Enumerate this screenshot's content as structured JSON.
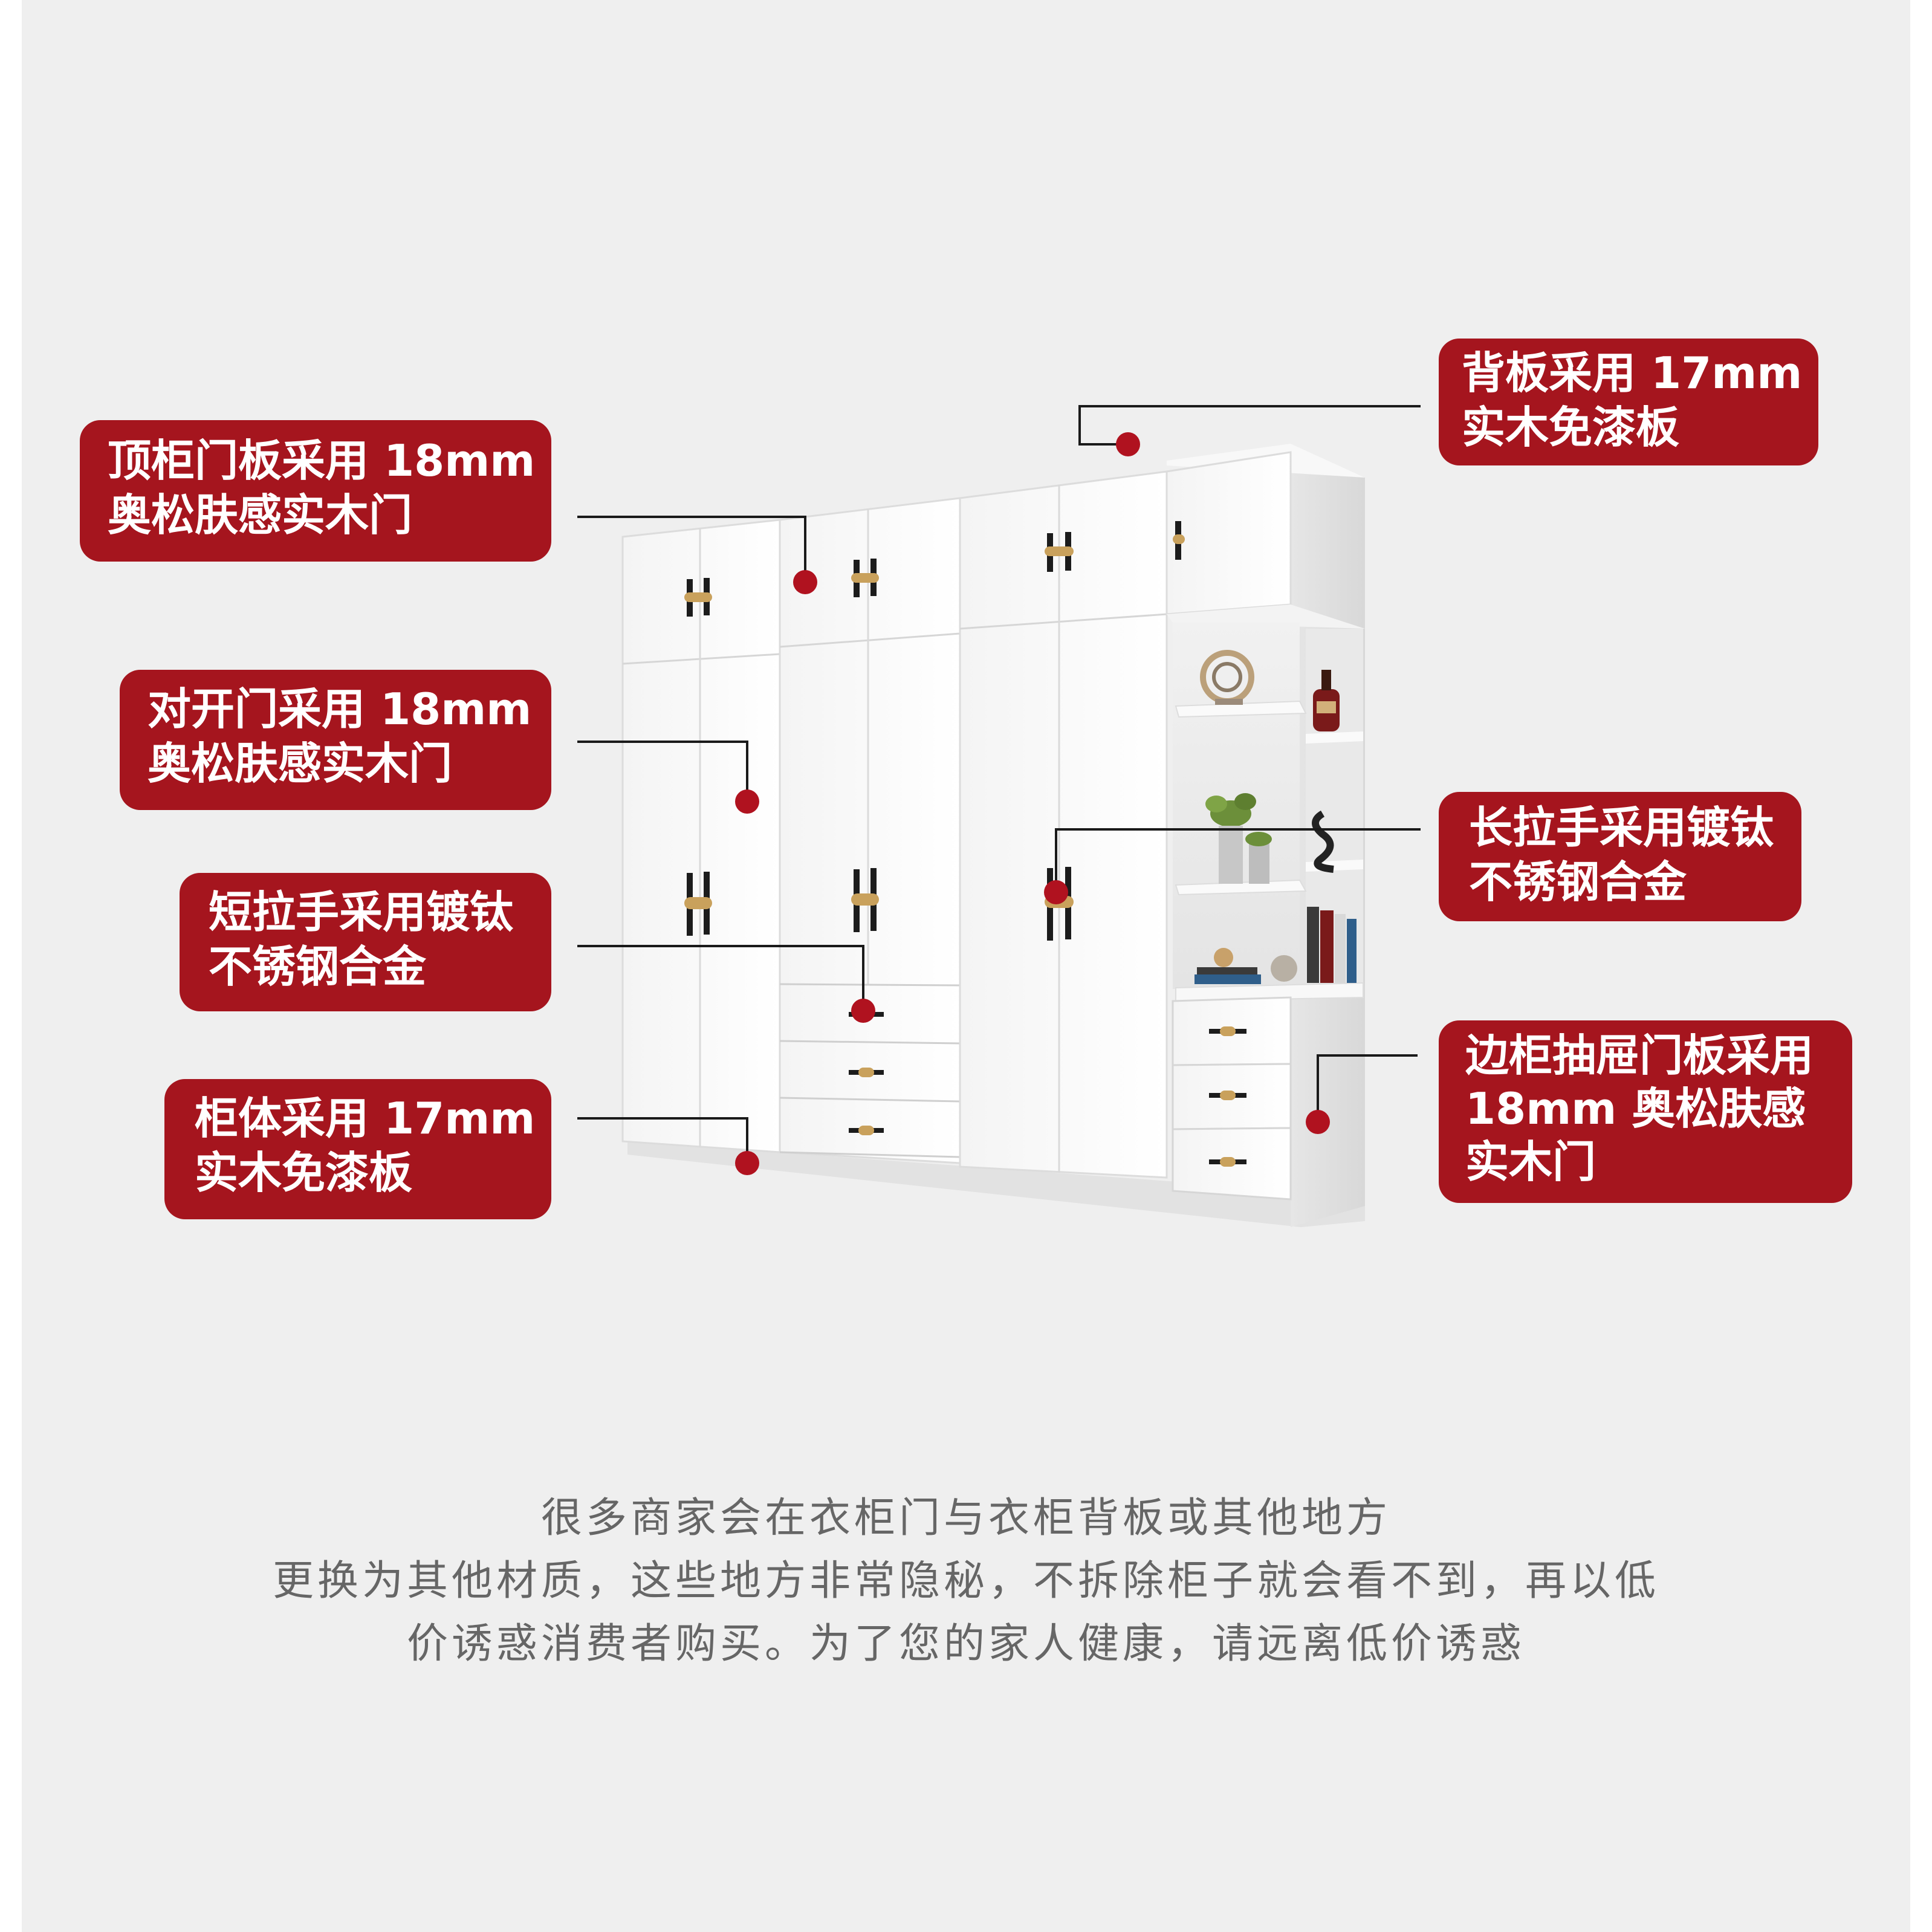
{
  "callouts": {
    "top_doors": {
      "line1": "顶柜门板采用 18mm",
      "line2": "奥松肤感实木门"
    },
    "double_doors": {
      "line1": "对开门采用 18mm",
      "line2": "奥松肤感实木门"
    },
    "short_handle": {
      "line1": "短拉手采用镀钛",
      "line2": "不锈钢合金"
    },
    "cabinet_body": {
      "line1": "柜体采用 17mm",
      "line2": "实木免漆板"
    },
    "back_panel": {
      "line1": "背板采用 17mm",
      "line2": "实木免漆板"
    },
    "long_handle": {
      "line1": "长拉手采用镀钛",
      "line2": "不锈钢合金"
    },
    "side_drawers": {
      "line1": "边柜抽屉门板采用",
      "line2": "18mm 奥松肤感",
      "line3": "实木门"
    }
  },
  "description": {
    "line1": "很多商家会在衣柜门与衣柜背板或其他地方",
    "line2": "更换为其他材质，这些地方非常隐秘，不拆除柜子就会看不到，再以低",
    "line3": "价诱惑消费者购买。为了您的家人健康，请远离低价诱惑"
  },
  "colors": {
    "accent": "#a5151e",
    "background": "#efefef",
    "text": "#666666",
    "handle_gold": "#c9a15c",
    "handle_black": "#1c1c1c"
  },
  "icons": [
    "plant-icon",
    "bottle-icon",
    "books-icon",
    "sculpture-icon"
  ]
}
